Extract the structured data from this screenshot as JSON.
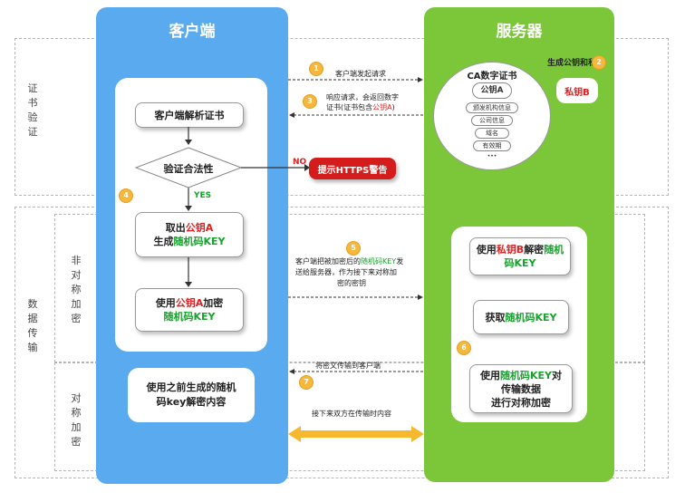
{
  "sections": {
    "cert_verify": "证书验证",
    "asym_encrypt": "非对称加密",
    "data_transfer": "数据传输",
    "sym_encrypt": "对称加密"
  },
  "client": {
    "title": "客户端",
    "parse_cert": "客户端解析证书",
    "verify": "验证合法性",
    "yes": "YES",
    "no": "NO",
    "take_key_l1_pre": "取出",
    "take_key_l1_red": "公钥A",
    "take_key_l2_pre": "生成",
    "take_key_l2_green": "随机码KEY",
    "encrypt_l1_pre": "使用",
    "encrypt_l1_red": "公钥A",
    "encrypt_l1_post": "加密",
    "encrypt_l2_green": "随机码KEY",
    "decrypt_content": "使用之前生成的随机码key解密内容"
  },
  "warning": "提示HTTPS警告",
  "server": {
    "title": "服务器",
    "gen_keys": "生成公钥和私钥",
    "private_key": "私钥B",
    "ca_title": "CA数字证书",
    "public_key": "公钥A",
    "cert_fields": [
      "颁发机构信息",
      "公司信息",
      "域名",
      "有效期"
    ],
    "cert_more": "•••",
    "decrypt_l1_pre": "使用",
    "decrypt_l1_red": "私钥B",
    "decrypt_l1_post": "解密",
    "decrypt_l1_green": "随机",
    "decrypt_l2_green": "码KEY",
    "get_key_pre": "获取",
    "get_key_green": "随机码KEY",
    "sym_l1_pre": "使用",
    "sym_l1_green": "随机码KEY",
    "sym_l1_post": "对",
    "sym_l2": "传输数据",
    "sym_l3": "进行对称加密"
  },
  "messages": {
    "m1": "客户端发起请求",
    "m3_l1": "响应请求，会返回数字",
    "m3_l2_pre": "证书(证书包含",
    "m3_l2_red": "公钥A",
    "m3_l2_post": ")",
    "m5_l1_pre": "客户端把被加密后的",
    "m5_l1_green": "随机码KEY",
    "m5_l1_post": "发",
    "m5_l2": "送给服务器，作为接下来对称加",
    "m5_l3": "密的密钥",
    "m7": "将密文传输到客户端",
    "m8": "接下来双方在传输时内容"
  },
  "badges": [
    "1",
    "2",
    "3",
    "4",
    "5",
    "6",
    "7"
  ],
  "colors": {
    "client": "#5aaaf0",
    "server": "#7cc63a",
    "warning": "#d41c1c",
    "badge": "#f6b73c",
    "sync_arrow": "#f5b82e"
  }
}
